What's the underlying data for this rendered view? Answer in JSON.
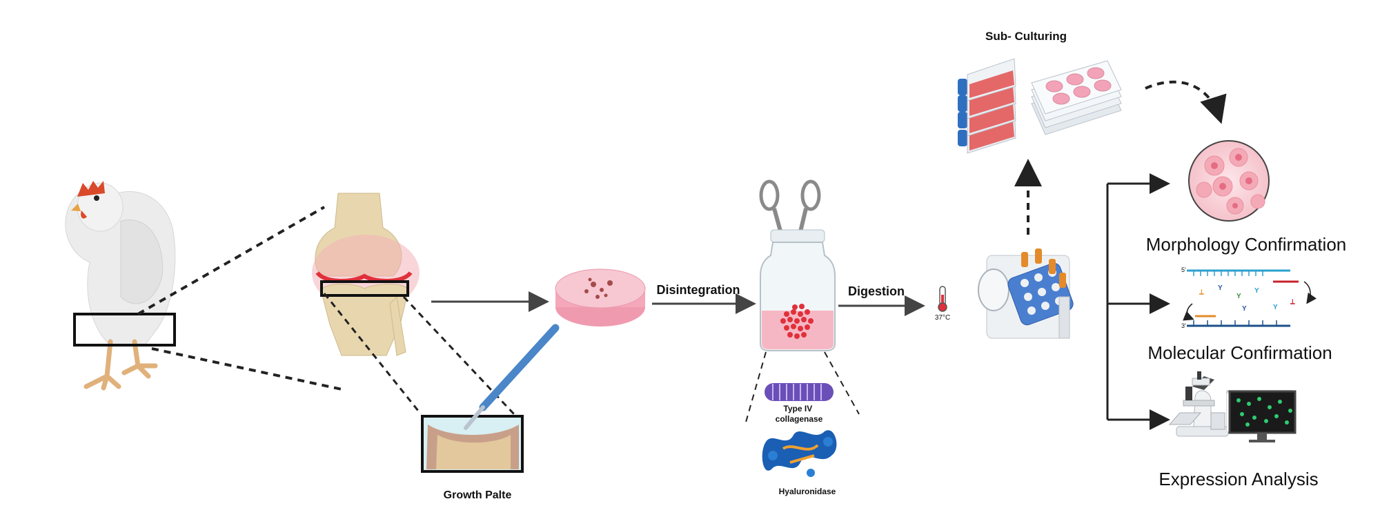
{
  "labels": {
    "growth_plate": "Growth Palte",
    "disintegration": "Disintegration",
    "digestion": "Digestion",
    "temperature": "37°C",
    "sub_culturing": "Sub- Culturing",
    "collagenase": "Type IV\ncollagenase",
    "hyaluronidase": "Hyaluronidase",
    "morphology": "Morphology Confirmation",
    "molecular": "Molecular Confirmation",
    "expression": "Expression Analysis"
  },
  "icons": [
    "chicken-icon",
    "knee-joint-icon",
    "growth-plate-icon",
    "scalpel-icon",
    "petri-dish-icon",
    "scissors-icon",
    "vial-icon",
    "collagenase-icon",
    "protein-structure-icon",
    "thermometer-icon",
    "rotator-icon",
    "culture-flask-icon",
    "well-plate-icon",
    "cell-circle-icon",
    "dna-strand-icon",
    "microscope-icon",
    "monitor-icon"
  ],
  "colors": {
    "arrow": "#444444",
    "cell_pink": "#f2b8c0",
    "tissue_red": "#e0303a",
    "dna_blue": "#2aa0cf",
    "dna_red": "#c8202a",
    "bone": "#e8d7ae",
    "monitor_green": "#2ecc71"
  }
}
